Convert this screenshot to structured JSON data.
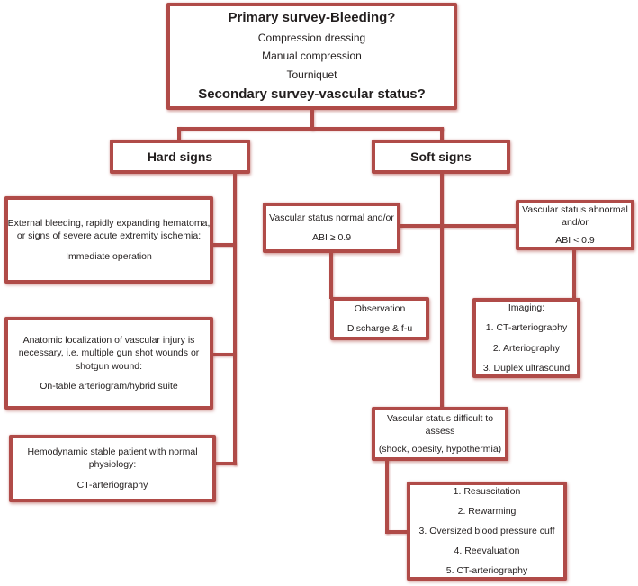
{
  "colors": {
    "line": "#b04b48",
    "text": "#221e1e",
    "background": "#ffffff"
  },
  "nodes": {
    "primary": {
      "title": "Primary survey-Bleeding?",
      "item1": "Compression dressing",
      "item2": "Manual compression",
      "item3": "Tourniquet",
      "subtitle": "Secondary survey-vascular status?"
    },
    "hard_signs": {
      "label": "Hard signs"
    },
    "soft_signs": {
      "label": "Soft signs"
    },
    "external_bleeding": {
      "line1": "External bleeding, rapidly expanding hematoma,",
      "line2": "or signs of severe acute extremity ischemia:",
      "action": "Immediate operation"
    },
    "anatomic": {
      "line1": "Anatomic localization of vascular injury is",
      "line2": "necessary, i.e. multiple gun shot wounds or",
      "line3": "shotgun wound:",
      "action": "On-table arteriogram/hybrid suite"
    },
    "hemodynamic": {
      "line1": "Hemodynamic stable patient with normal",
      "line2": "physiology:",
      "action": "CT-arteriography"
    },
    "vascular_normal": {
      "line1": "Vascular status normal and/or",
      "abi": "ABI ≥ 0.9"
    },
    "vascular_abnormal": {
      "line1": "Vascular status abnormal",
      "line2": "and/or",
      "abi": "ABI < 0.9"
    },
    "observation": {
      "line1": "Observation",
      "line2": "Discharge & f-u"
    },
    "imaging": {
      "title": "Imaging:",
      "item1": "1. CT-arteriography",
      "item2": "2. Arteriography",
      "item3": "3. Duplex ultrasound"
    },
    "vascular_difficult": {
      "line1": "Vascular status difficult to",
      "line2": "assess",
      "line3": "(shock, obesity, hypothermia)"
    },
    "management": {
      "item1": "1. Resuscitation",
      "item2": "2. Rewarming",
      "item3": "3. Oversized blood pressure cuff",
      "item4": "4. Reevaluation",
      "item5": "5. CT-arteriography"
    }
  }
}
